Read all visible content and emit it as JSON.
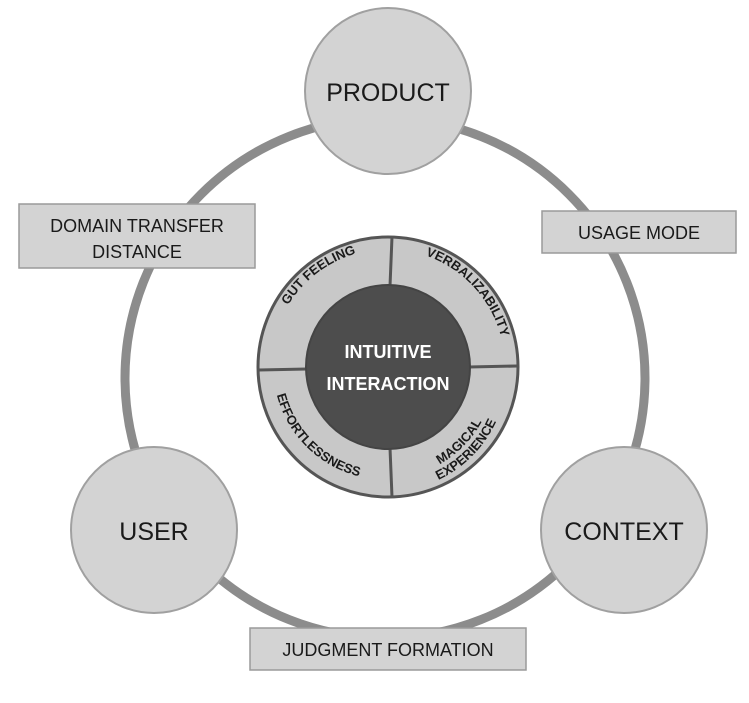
{
  "nodes": {
    "product": "PRODUCT",
    "user": "USER",
    "context": "CONTEXT"
  },
  "boxes": {
    "domain_transfer_line1": "DOMAIN TRANSFER",
    "domain_transfer_line2": "DISTANCE",
    "usage_mode": "USAGE MODE",
    "judgment_formation": "JUDGMENT FORMATION"
  },
  "center": {
    "line1": "INTUITIVE",
    "line2": "INTERACTION"
  },
  "segments": {
    "gut_feeling": "GUT FEELING",
    "verbalizability": "VERBALIZABILITY",
    "magical_line1": "MAGICAL",
    "magical_line2": "EXPERIENCE",
    "effortlessness": "EFFORTLESSNESS"
  },
  "colors": {
    "ring": "#8c8c8c",
    "node_fill": "#d3d3d3",
    "node_stroke": "#a0a0a0",
    "box_fill": "#d3d3d3",
    "box_stroke": "#9a9a9a",
    "center_dark": "#4d4d4d",
    "segment_ring": "#c8c8c8",
    "segment_border": "#555555"
  }
}
